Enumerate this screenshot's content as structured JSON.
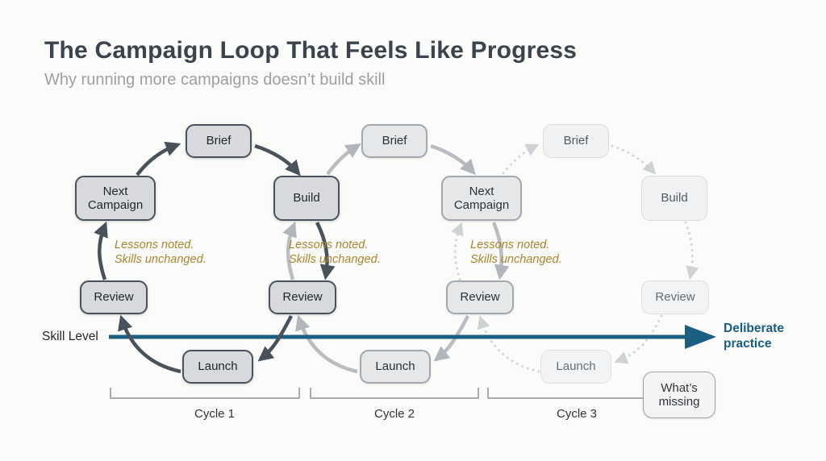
{
  "slide": {
    "title": "The Campaign Loop That Feels Like Progress",
    "subtitle": "Why running more campaigns doesn’t build skill"
  },
  "skill_axis": {
    "label": "Skill Level",
    "endpoint": "Deliberate practice"
  },
  "lessons_note": "Lessons noted.\nSkills unchanged.",
  "cycles": [
    {
      "label": "Cycle 1"
    },
    {
      "label": "Cycle 2"
    },
    {
      "label": "Cycle 3"
    }
  ],
  "boxes": {
    "c1_brief": "Brief",
    "c1_next_campaign": "Next Campaign",
    "c1_build": "Build",
    "c1_review": "Review",
    "c1_review_shared": "Review",
    "c1_launch": "Launch",
    "c2_brief": "Brief",
    "c2_next_campaign": "Next Campaign",
    "c2_review": "Review",
    "c2_launch": "Launch",
    "c3_brief": "Brief",
    "c3_build": "Build",
    "c3_review": "Review",
    "c3_launch": "Launch",
    "whats_missing": "What’s missing"
  },
  "colors": {
    "cycle1_arrow": "#49525b",
    "cycle2_arrow": "#b9bcc0",
    "cycle3_arrow": "#d2d5d8",
    "cycle1_box_fill": "#d7d9dc",
    "cycle2_box_fill": "#e6e7e9",
    "cycle3_box_fill": "#f1f2f3",
    "lessons_text": "#a8842f",
    "skill_arrow": "#1b5f82",
    "endpoint_text": "#175d80",
    "title_text": "#3b444d",
    "subtitle_text": "#9b9fa3"
  }
}
